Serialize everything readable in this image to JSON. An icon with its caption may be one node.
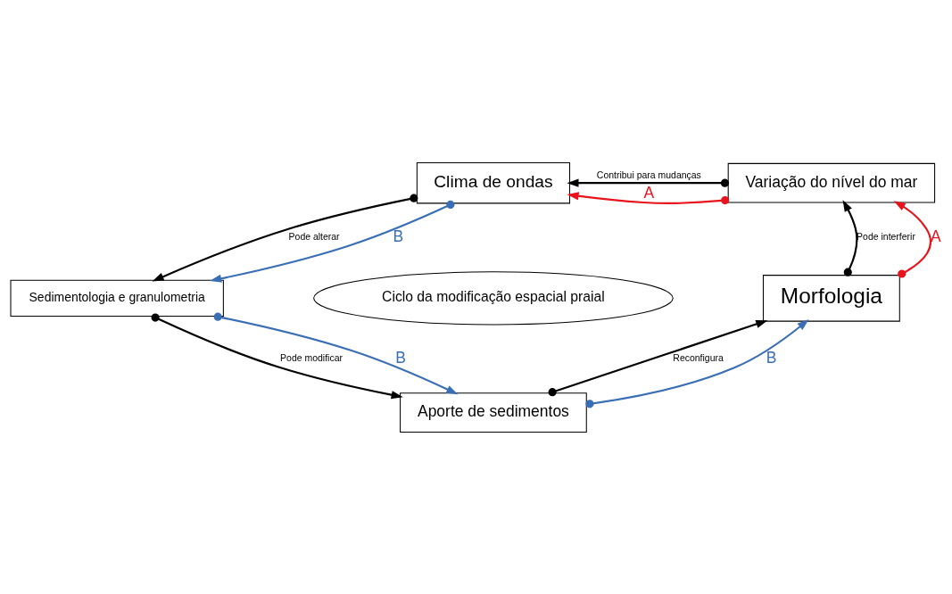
{
  "diagram": {
    "nodes": [
      {
        "text": [
          "Clima de ondas"
        ]
      },
      {
        "text": [
          "Variação do nível do mar"
        ]
      },
      {
        "text": [
          "Sedimentologia e granulometria"
        ]
      },
      {
        "text": [
          "Ciclo da modificação espacial praial"
        ]
      },
      {
        "text": [
          "Morfologia"
        ]
      },
      {
        "text": [
          "Aporte de sedimentos"
        ]
      }
    ],
    "edges": [
      {
        "from": 1,
        "to": 0,
        "arrow": "to",
        "label": "Contribui para mudanças"
      },
      {
        "from": 1,
        "to": 0,
        "arrow": "to",
        "label": "A",
        "color": "#e8141c"
      },
      {
        "from": 0,
        "to": 2,
        "arrow": "to",
        "label": "Pode alterar"
      },
      {
        "from": 0,
        "to": 2,
        "arrow": "to",
        "label": "B",
        "color": "#3a6eb5"
      },
      {
        "from": 2,
        "to": 5,
        "arrow": "to",
        "label": "Pode modificar"
      },
      {
        "from": 2,
        "to": 5,
        "arrow": "to",
        "label": "B",
        "color": "#3a6eb5"
      },
      {
        "from": 5,
        "to": 4,
        "arrow": "to",
        "label": "Reconfigura"
      },
      {
        "from": 5,
        "to": 4,
        "arrow": "to",
        "label": "B",
        "color": "#3a6eb5"
      },
      {
        "from": 4,
        "to": 1,
        "arrow": "to",
        "label": "Pode interferir"
      },
      {
        "from": 4,
        "to": 1,
        "arrow": "to",
        "label": "A",
        "color": "#e8141c"
      }
    ]
  }
}
